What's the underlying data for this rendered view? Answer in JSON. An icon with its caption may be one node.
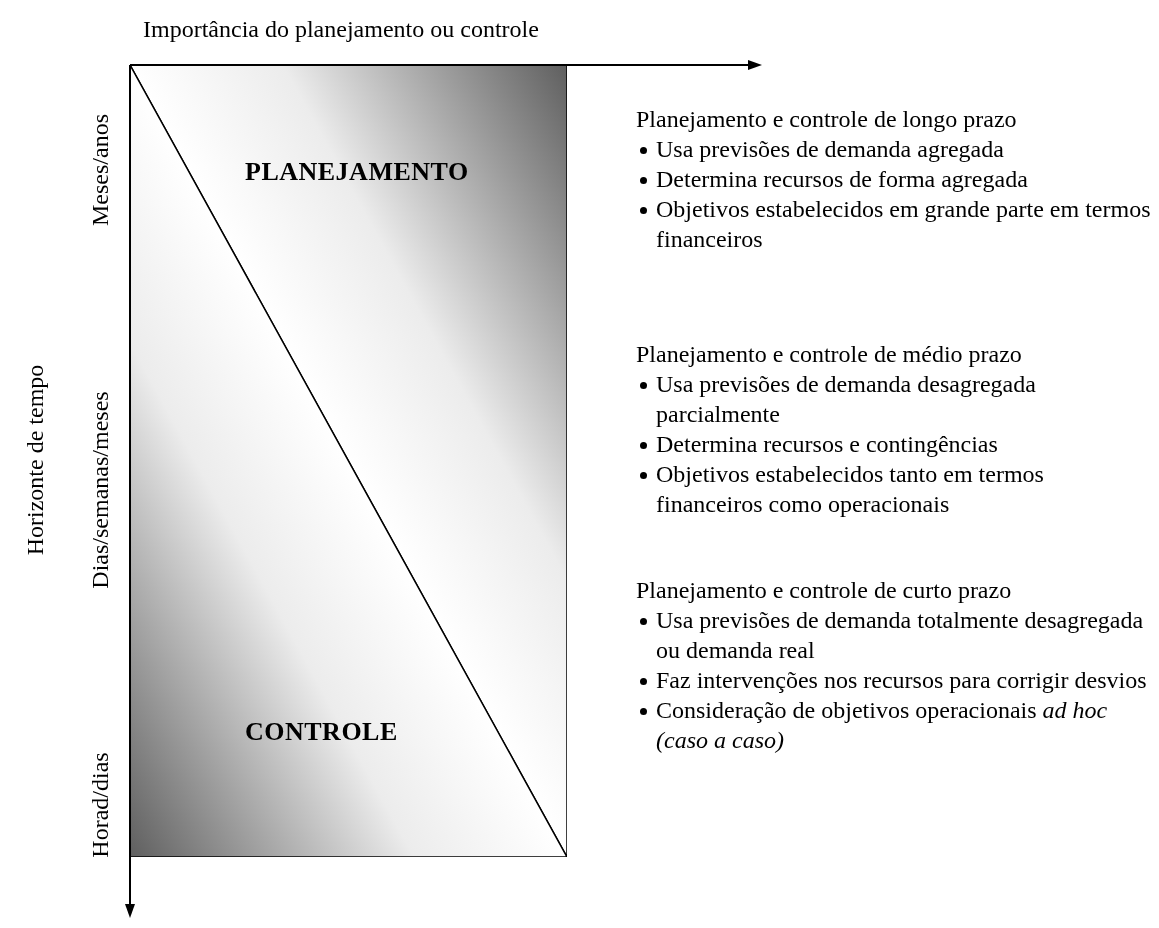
{
  "diagram": {
    "nodes": [
      {
        "text": [
          "PLANEJAMENTO"
        ]
      },
      {
        "text": [
          "CONTROLE"
        ]
      }
    ],
    "labels": [
      "Importância do planejamento ou controle",
      "Horizonte de tempo",
      "Meses/anos",
      "Dias/semanas/meses",
      "Horad/dias",
      "Planejamento e controle de longo prazo",
      "Usa previsões de demanda agregada",
      "Determina recursos de forma agregada",
      "Objetivos estabelecidos em grande parte em termos financeiros",
      "Planejamento e controle de médio prazo",
      "Usa previsões de demanda desagregada parcialmente",
      "Determina recursos e contingências",
      "Objetivos estabelecidos tanto em termos financeiros como operacionais",
      "Planejamento e controle de curto prazo",
      "Usa previsões de demanda totalmente desagregada ou demanda real",
      "Faz intervenções nos recursos para corrigir desvios",
      "Consideração de objetivos operacionais *ad hoc (caso a caso)*"
    ]
  }
}
